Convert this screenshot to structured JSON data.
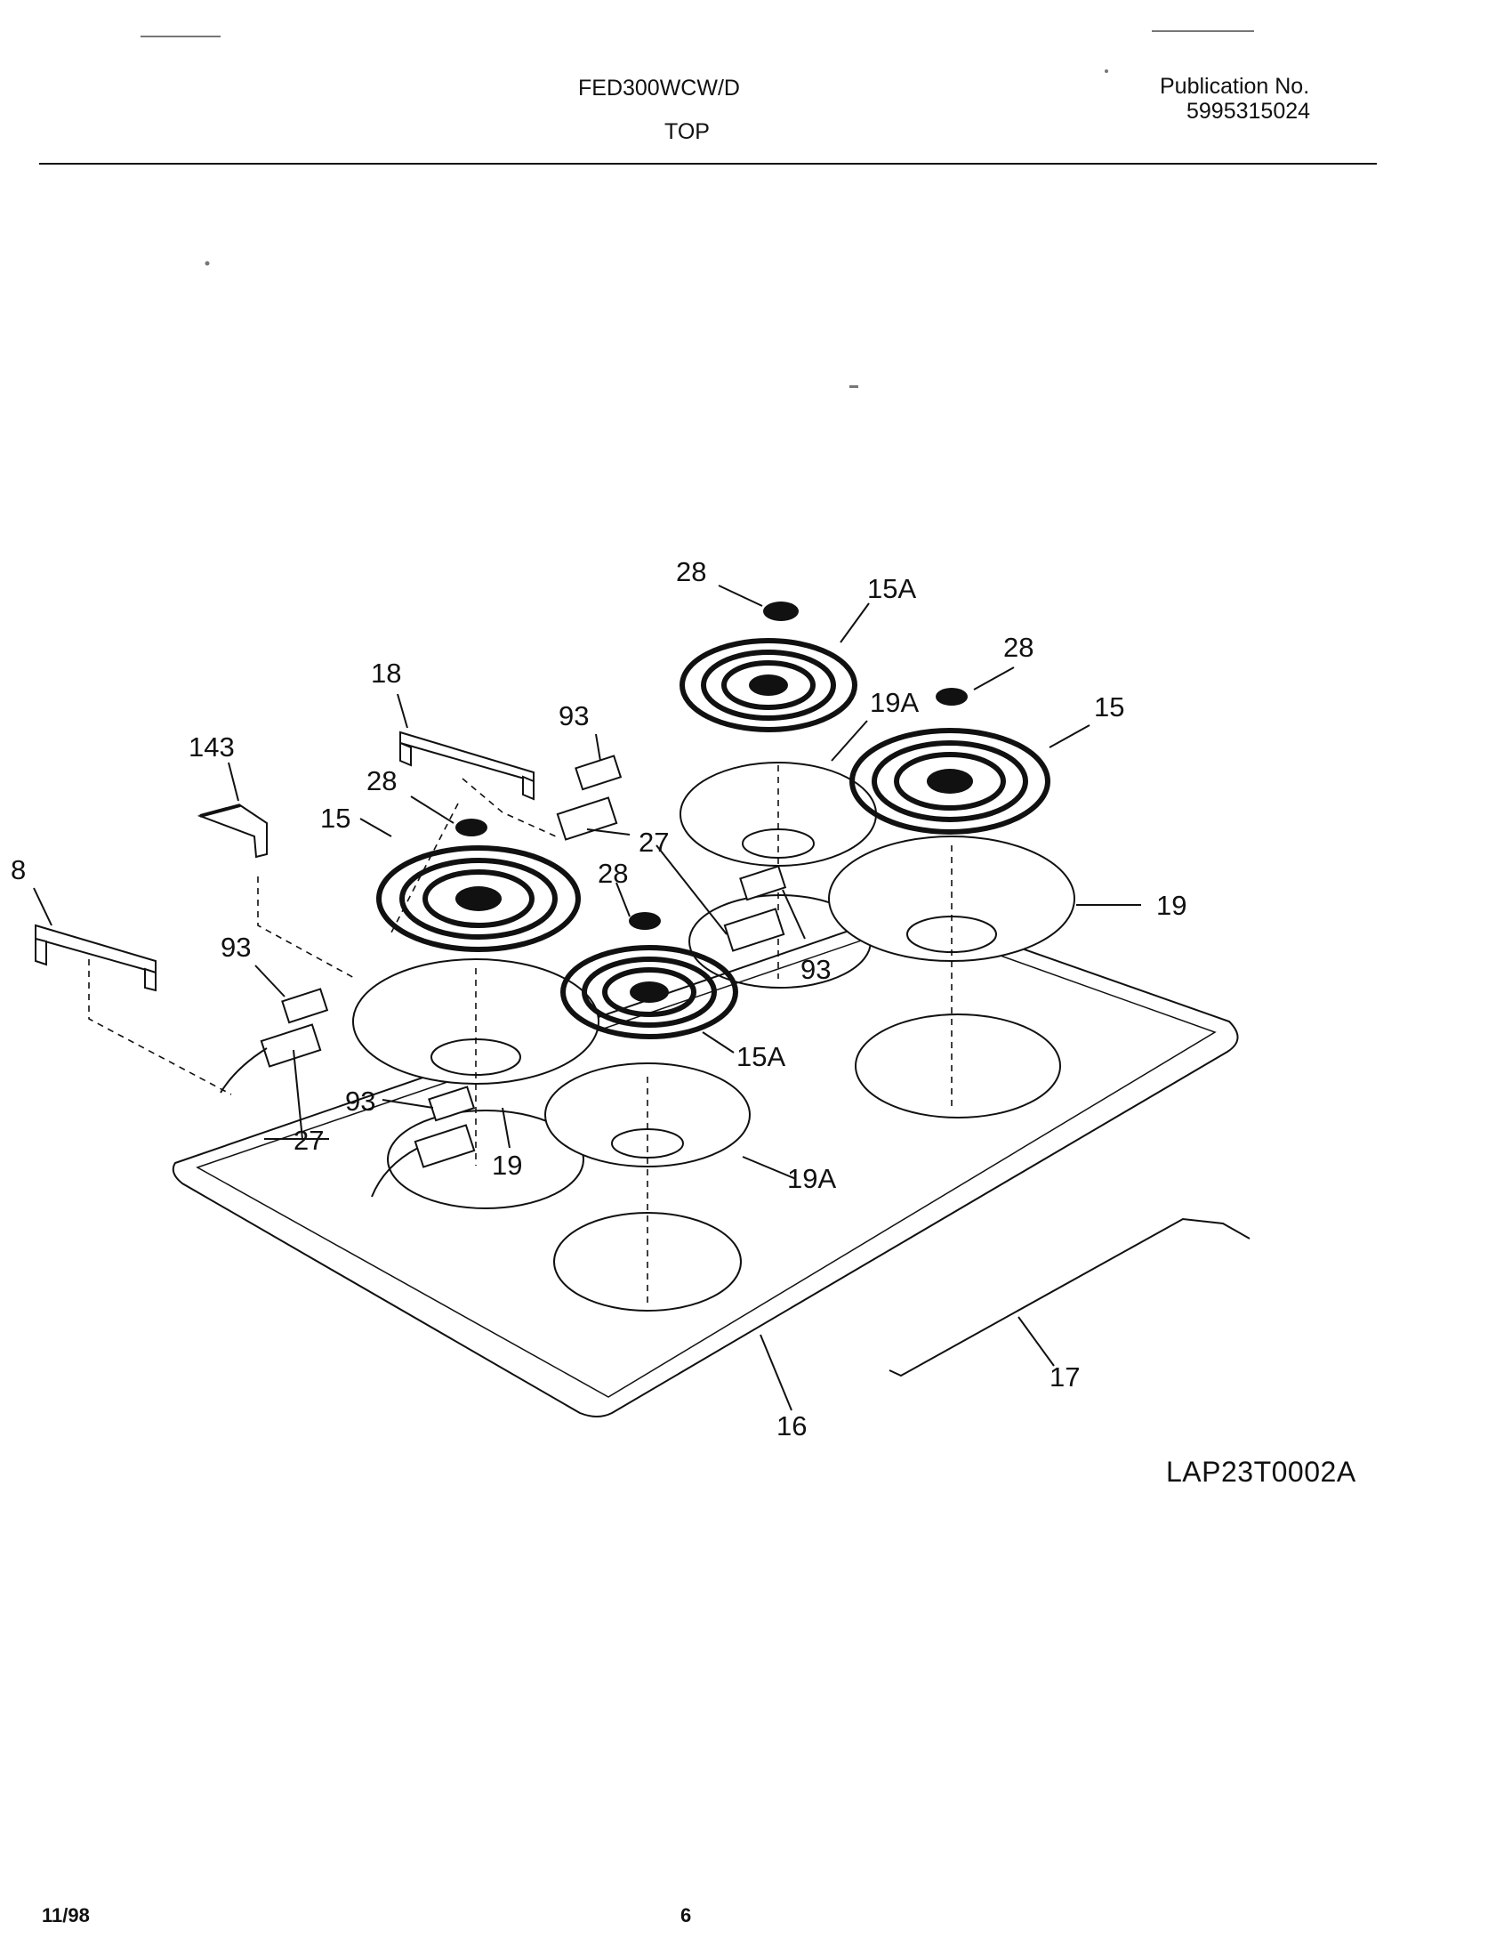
{
  "header": {
    "model": "FED300WCW/D",
    "section": "TOP",
    "publication_label": "Publication No.",
    "publication_number": "5995315024"
  },
  "diagram": {
    "code": "LAP23T0002A",
    "callouts": {
      "c28_top": "28",
      "c15A_top": "15A",
      "c28_right": "28",
      "c18": "18",
      "c93_top": "93",
      "c19A_top": "19A",
      "c15_right": "15",
      "c143": "143",
      "c28_left": "28",
      "c15_left": "15",
      "c27_mid": "27",
      "c8": "8",
      "c28_mid": "28",
      "c19_right": "19",
      "c93_left": "93",
      "c93_mid": "93",
      "c15A_front": "15A",
      "c93_front": "93",
      "c27_front": "27",
      "c19_front": "19",
      "c19A_front": "19A",
      "c17": "17",
      "c16": "16"
    }
  },
  "footer": {
    "date": "11/98",
    "page": "6"
  }
}
